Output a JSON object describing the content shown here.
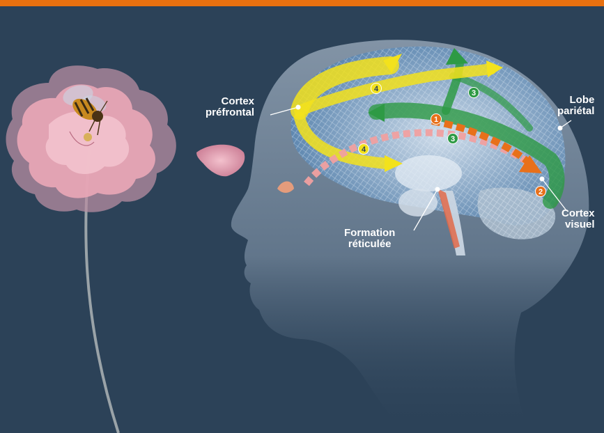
{
  "labels": {
    "prefrontal_line1": "Cortex",
    "prefrontal_line2": "préfrontal",
    "parietal_line1": "Lobe",
    "parietal_line2": "pariétal",
    "visual_line1": "Cortex",
    "visual_line2": "visuel",
    "reticular_line1": "Formation",
    "reticular_line2": "réticulée"
  },
  "badges": {
    "step1": "1",
    "step2": "2",
    "step3a": "3",
    "step3b": "3",
    "step4a": "4",
    "step4b": "4"
  },
  "colors": {
    "frame": "#e8700f",
    "background": "#2c4258",
    "yellow_pathway": "#f3e21c",
    "green_pathway": "#2e9a45",
    "orange_pathway": "#e8701a",
    "flower": "#e8a6b6"
  },
  "icons": {
    "bee": "bee-icon",
    "flower": "flower-icon",
    "petal": "falling-petal-icon"
  }
}
